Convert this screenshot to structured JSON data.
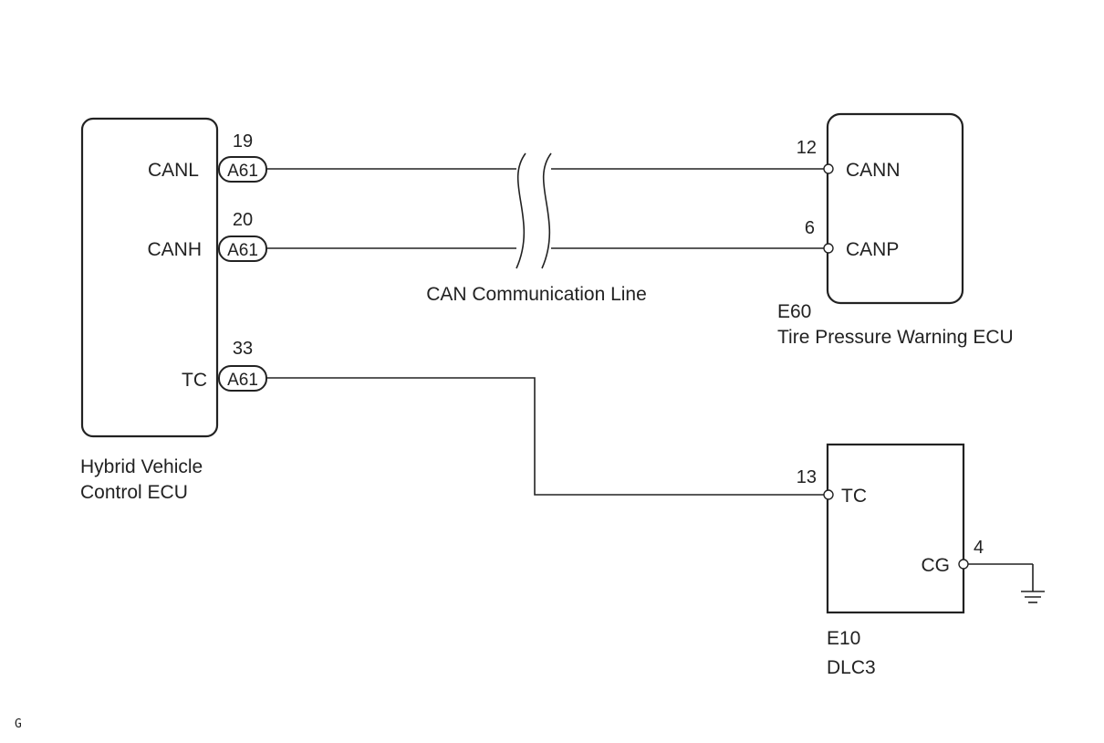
{
  "hv_ecu": {
    "name_line1": "Hybrid Vehicle",
    "name_line2": "Control ECU",
    "pins": [
      {
        "label": "CANL",
        "pin_no": "19",
        "connector": "A61"
      },
      {
        "label": "CANH",
        "pin_no": "20",
        "connector": "A61"
      },
      {
        "label": "TC",
        "pin_no": "33",
        "connector": "A61"
      }
    ]
  },
  "tpw_ecu": {
    "code": "E60",
    "name": "Tire Pressure Warning ECU",
    "pins": [
      {
        "label": "CANN",
        "pin_no": "12"
      },
      {
        "label": "CANP",
        "pin_no": "6"
      }
    ]
  },
  "dlc3": {
    "code": "E10",
    "name": "DLC3",
    "pins": [
      {
        "label": "TC",
        "pin_no": "13"
      },
      {
        "label": "CG",
        "pin_no": "4"
      }
    ]
  },
  "can_line_label": "CAN Communication Line",
  "corner_mark": "G"
}
